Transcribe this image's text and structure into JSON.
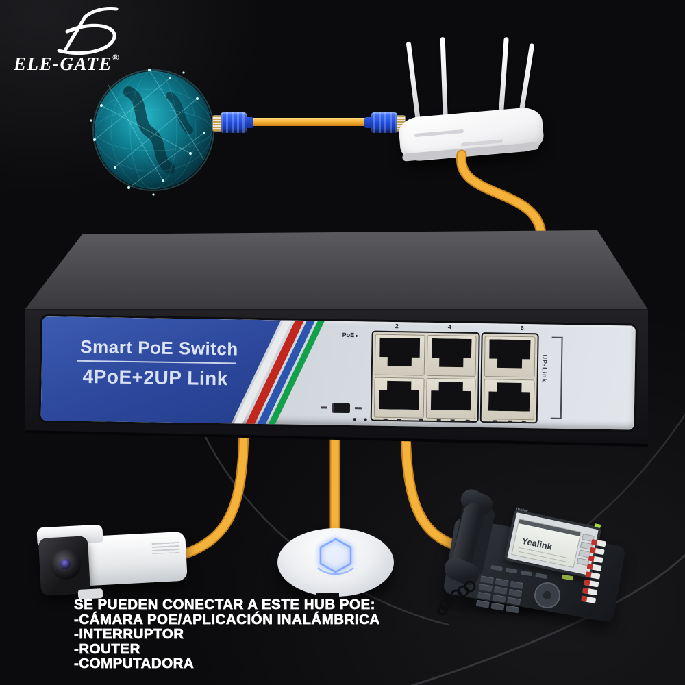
{
  "brand": {
    "name": "ELE-GATE",
    "registered_mark": "®"
  },
  "poe_switch": {
    "title": "Smart PoE Switch",
    "subtitle": "4PoE+2UP Link",
    "poe_label": "PoE",
    "poe_arrow": "▸",
    "uplink_label": "UP-Link",
    "port_numbers": [
      "2",
      "4",
      "6"
    ]
  },
  "ip_phone": {
    "brand": "Yealink"
  },
  "caption": {
    "title": "SE PUEDEN CONECTAR A ESTE HUB POE:",
    "items": [
      "-CÁMARA POE/APLICACIÓN INALÁMBRICA",
      "-INTERRUPTOR",
      "-ROUTER",
      "-COMPUTADORA"
    ]
  },
  "colors": {
    "background": "#0b0b0d",
    "cable_yellow": "#f3ae35",
    "connector_blue": "#1e52e0",
    "switch_panel_blue": "#2c479c",
    "stripe_red": "#c1271d",
    "stripe_blue": "#2b55ae",
    "stripe_green": "#13a04a",
    "globe_teal": "#18c5d8",
    "faceplate_gray": "#d7dbe2"
  }
}
